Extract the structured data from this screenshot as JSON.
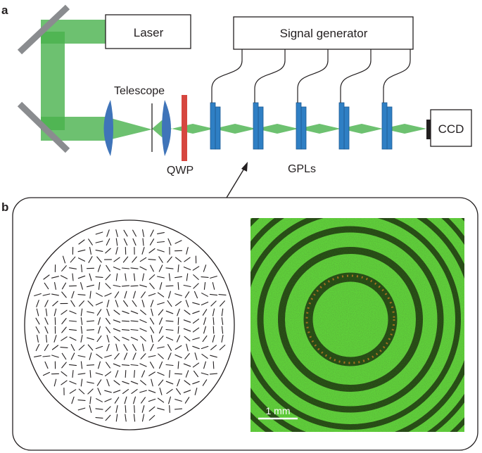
{
  "panels": {
    "a": "a",
    "b": "b"
  },
  "labels": {
    "laser": "Laser",
    "signal_generator": "Signal generator",
    "telescope": "Telescope",
    "qwp": "QWP",
    "gpls": "GPLs",
    "ccd": "CCD"
  },
  "scale_bar": {
    "label": "1 mm"
  },
  "colors": {
    "beam": "#49b14c",
    "lens": "#3f74b9",
    "qwp": "#d6463f",
    "gpl": "#2f7fc4",
    "mirror": "#8a8c8f",
    "ink": "#231f20",
    "fringe_green": "#5fd23a",
    "fringe_dark": "#1e3a10",
    "speckle": "#c87a1e"
  },
  "gpl_count": 5
}
